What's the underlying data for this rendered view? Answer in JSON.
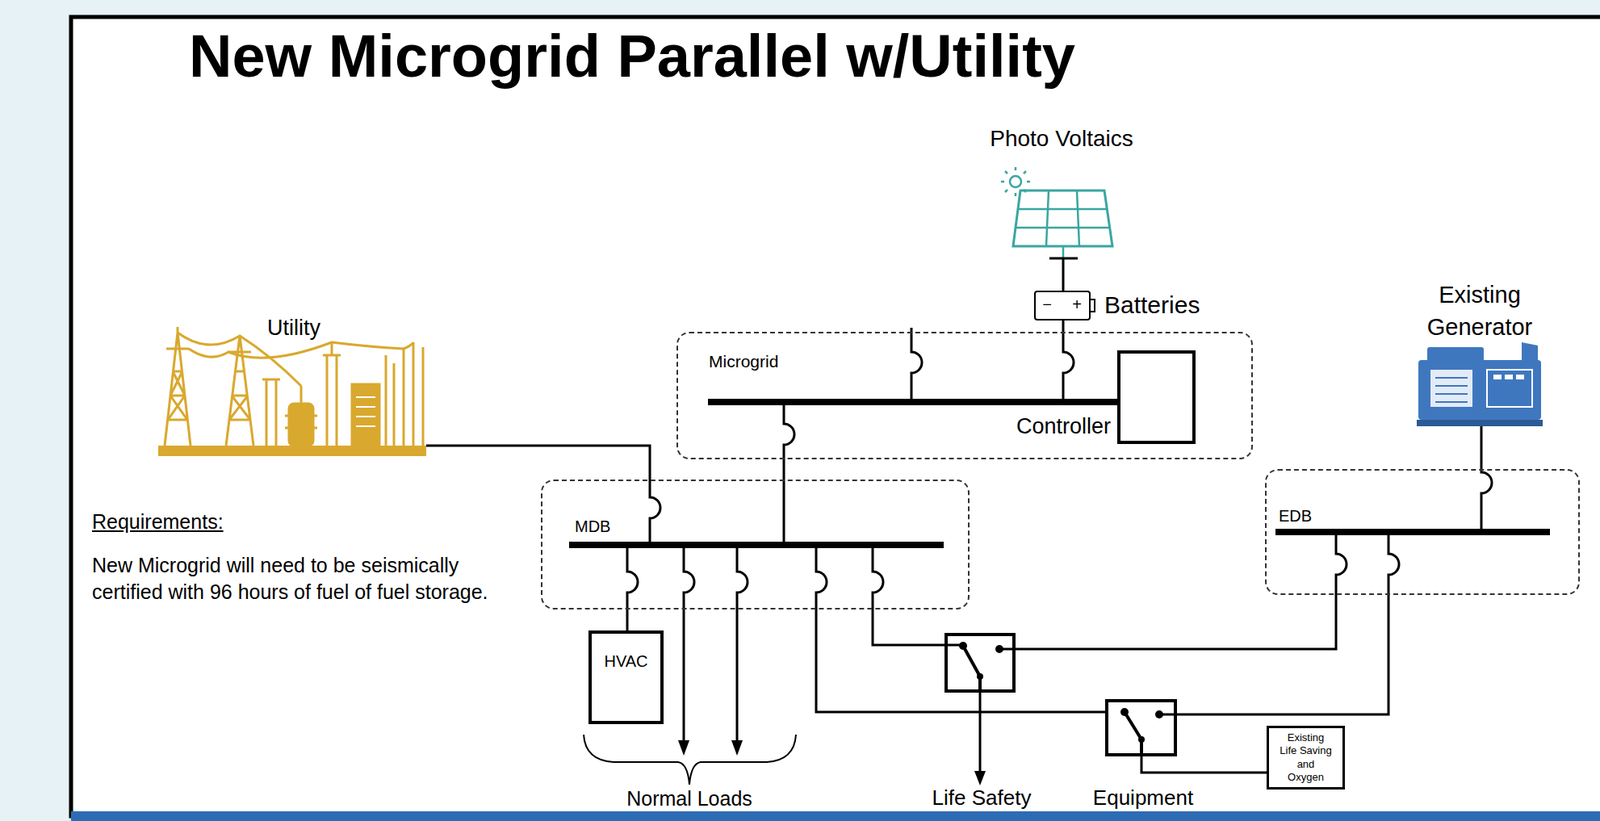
{
  "diagram": {
    "title": "New Microgrid Parallel w/Utility",
    "nodes": [
      {
        "text": [
          "Microgrid"
        ]
      },
      {
        "text": [
          "Controller"
        ],
        "in": 0
      },
      {
        "text": [
          "MDB"
        ]
      },
      {
        "text": [
          "EDB"
        ]
      },
      {
        "text": [
          "HVAC"
        ]
      },
      {
        "text": [
          "Existing Life Saving and Oxygen"
        ]
      }
    ],
    "edges": [
      {
        "from": 0,
        "to": 2,
        "arrow": "none"
      },
      {
        "from": 2,
        "to": 4,
        "arrow": "none"
      }
    ],
    "labels": [
      "Utility",
      "Photo Voltaics",
      "−",
      "+",
      "Batteries",
      "Existing Generator",
      "Requirements:",
      "New Microgrid will need to be seismically certified with 96 hours of fuel of fuel storage.",
      "Normal Loads",
      "Life Safety",
      "Equipment"
    ]
  }
}
